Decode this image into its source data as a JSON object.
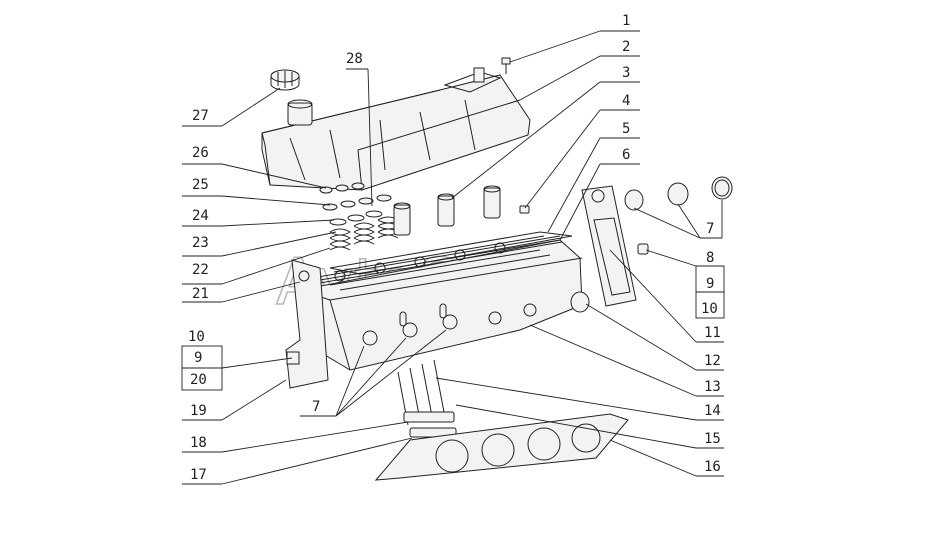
{
  "watermark": "AvtoSoft",
  "labels": {
    "n1": "1",
    "n2": "2",
    "n3": "3",
    "n4": "4",
    "n5": "5",
    "n6": "6",
    "n7a": "7",
    "n7b": "7",
    "n8": "8",
    "n9a": "9",
    "n10a": "10",
    "n11": "11",
    "n12": "12",
    "n13": "13",
    "n14": "14",
    "n15": "15",
    "n16": "16",
    "n17": "17",
    "n18": "18",
    "n19": "19",
    "n20": "20",
    "n9b": "9",
    "n10b": "10",
    "n21": "21",
    "n22": "22",
    "n23": "23",
    "n24": "24",
    "n25": "25",
    "n26": "26",
    "n27": "27",
    "n28": "28"
  }
}
